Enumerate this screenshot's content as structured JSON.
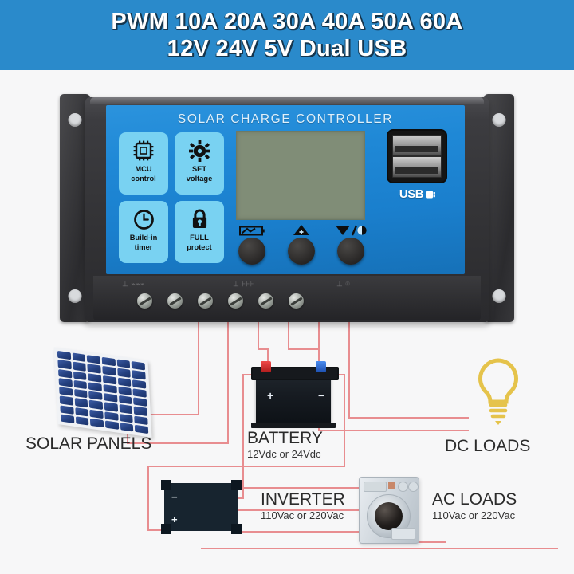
{
  "banner": {
    "line1": "PWM 10A 20A 30A 40A 50A 60A",
    "line2": "12V 24V 5V Dual USB",
    "bg_color": "#2a8acb",
    "text_color": "#ffffff"
  },
  "controller": {
    "face_title": "SOLAR CHARGE CONTROLLER",
    "face_color": "#1f88d6",
    "badge_color": "#79d2f2",
    "lcd_color": "#808d77",
    "usb_label": "USB",
    "badges": [
      {
        "icon": "chip-icon",
        "line1": "MCU",
        "line2": "control"
      },
      {
        "icon": "gear-icon",
        "line1": "SET",
        "line2": "voltage"
      },
      {
        "icon": "clock-icon",
        "line1": "Build-in",
        "line2": "timer"
      },
      {
        "icon": "lock-icon",
        "line1": "FULL",
        "line2": "protect"
      }
    ],
    "buttons": [
      {
        "icon": "battery-menu-icon",
        "name": "menu-button"
      },
      {
        "icon": "up-arrow-plus-icon",
        "name": "up-button"
      },
      {
        "icon": "down-arrow-light-icon",
        "name": "down-light-button"
      }
    ],
    "terminals": [
      {
        "symbol": "solar-positive",
        "name": "terminal-solar-plus"
      },
      {
        "symbol": "solar-negative",
        "name": "terminal-solar-minus"
      },
      {
        "symbol": "battery-positive",
        "name": "terminal-battery-plus"
      },
      {
        "symbol": "battery-negative",
        "name": "terminal-battery-minus"
      },
      {
        "symbol": "load-positive",
        "name": "terminal-load-plus"
      },
      {
        "symbol": "load-negative",
        "name": "terminal-load-minus"
      }
    ],
    "terminal_group_symbols": [
      "solar-panel-symbol",
      "battery-symbol",
      "load-lamp-symbol"
    ]
  },
  "diagram": {
    "wire_color": "#e88d90",
    "devices": [
      {
        "id": "solar",
        "label": "SOLAR PANELS",
        "sub": ""
      },
      {
        "id": "battery",
        "label": "BATTERY",
        "sub": "12Vdc or 24Vdc"
      },
      {
        "id": "dcload",
        "label": "DC LOADS",
        "sub": ""
      },
      {
        "id": "inverter",
        "label": "INVERTER",
        "sub": "110Vac or 220Vac"
      },
      {
        "id": "acload",
        "label": "AC LOADS",
        "sub": "110Vac or 220Vac"
      }
    ],
    "battery_signs": {
      "positive": "+",
      "negative": "−"
    },
    "inverter_signs": {
      "positive": "+",
      "negative": "−"
    },
    "bulb_color": "#e5c34b",
    "page_bg": "#f7f7f8"
  }
}
